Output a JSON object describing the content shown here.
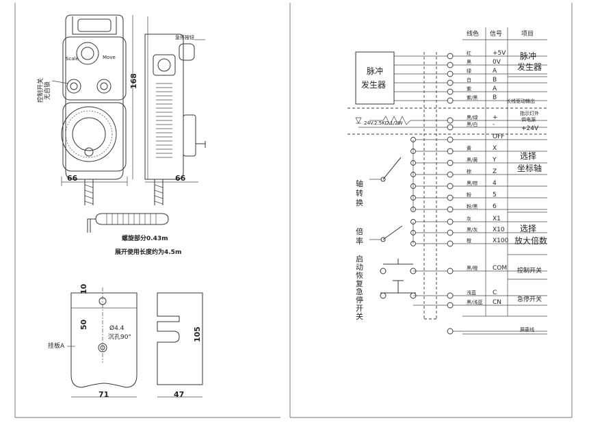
{
  "left_panel": {
    "dimensions": {
      "pendant_width": "66",
      "pendant_height": "168",
      "side_width": "66",
      "bracket_width": "71",
      "bracket_height": "105",
      "depth": "47",
      "hole_offset": "10",
      "hole_spacing": "50",
      "hole_diameter": "Ø4.4",
      "countersink": "沉孔90°"
    },
    "labels": {
      "estop_button": "急停按钮",
      "control_switch": "控制开关",
      "no_switch": "无自锁",
      "spring_section": "螺旋部分0.43m",
      "extended_length": "展开使用长度约为4.5m",
      "bracket_name": "挂板A"
    }
  },
  "right_panel": {
    "headers": [
      "线色",
      "信号",
      "项目"
    ],
    "generator_label_line1": "脉冲",
    "generator_label_line2": "发生器",
    "led_label": "24V.2.5KΩ.1/2W",
    "rows": [
      {
        "color": "红",
        "signal": "+5V",
        "group": ""
      },
      {
        "color": "黑",
        "signal": "0V",
        "group": ""
      },
      {
        "color": "绿",
        "signal": "A",
        "group": ""
      },
      {
        "color": "白",
        "signal": "B",
        "group": ""
      },
      {
        "color": "紫",
        "signal": "A",
        "group": ""
      },
      {
        "color": "紫/黑",
        "signal": "B",
        "group": ""
      },
      {
        "color": "黑/绿",
        "signal": "+",
        "group": ""
      },
      {
        "color": "黑/白",
        "signal": "-",
        "group": ""
      },
      {
        "color": "",
        "signal": "OFF",
        "group": ""
      },
      {
        "color": "黄",
        "signal": "X",
        "group": ""
      },
      {
        "color": "黑/黄",
        "signal": "Y",
        "group": ""
      },
      {
        "color": "棕",
        "signal": "Z",
        "group": ""
      },
      {
        "color": "黑/棕",
        "signal": "4",
        "group": ""
      },
      {
        "color": "粉",
        "signal": "5",
        "group": ""
      },
      {
        "color": "粉/黑",
        "signal": "6",
        "group": ""
      },
      {
        "color": "灰",
        "signal": "X1",
        "group": ""
      },
      {
        "color": "黑/灰",
        "signal": "X10",
        "group": ""
      },
      {
        "color": "橙",
        "signal": "X100",
        "group": ""
      },
      {
        "color": "黑/橙",
        "signal": "COM",
        "group": ""
      },
      {
        "color": "浅蓝",
        "signal": "C",
        "group": ""
      },
      {
        "color": "黑/浅蓝",
        "signal": "CN",
        "group": ""
      },
      {
        "color": "",
        "signal": "",
        "group": ""
      }
    ],
    "groups": {
      "pulse_generator_l1": "脉冲",
      "pulse_generator_l2": "发生器",
      "long_drive": "长线驱动输出",
      "indicator_l1": "指示灯外",
      "indicator_l2": "供电源",
      "indicator_l3": "+24V",
      "axis_select_l1": "选择",
      "axis_select_l2": "坐标轴",
      "magnify_l1": "选择",
      "magnify_l2": "放大倍数",
      "control_switch": "控制开关",
      "estop_switch": "急停开关",
      "shield": "屏蔽线"
    },
    "side_labels": {
      "axis": "轴转换",
      "rate": "倍率",
      "start_l1": "启动",
      "start_l2": "恢复",
      "estop": "急停开关"
    }
  }
}
